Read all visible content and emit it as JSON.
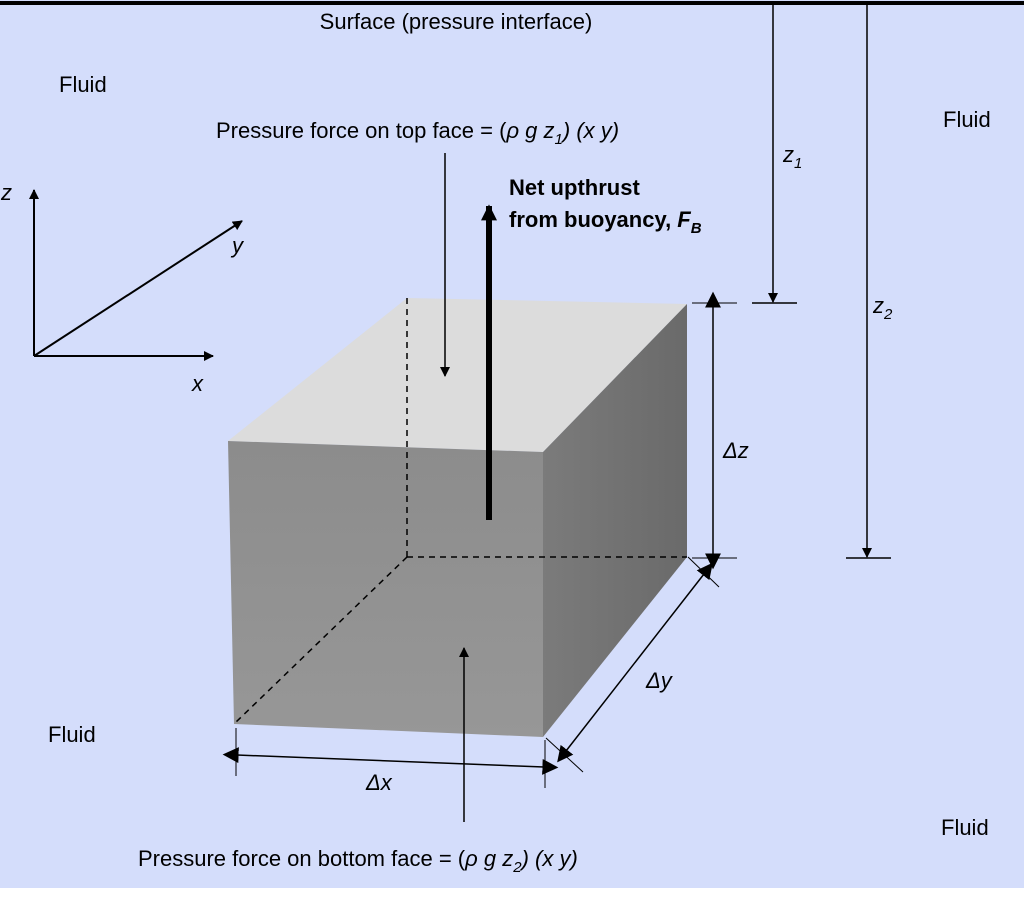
{
  "background_color": "#d4ddfb",
  "surface_label": "Surface (pressure interface)",
  "fluid_labels": [
    "Fluid",
    "Fluid",
    "Fluid",
    "Fluid"
  ],
  "top_force": {
    "prefix": "Pressure force on top face = (",
    "rho": "ρ",
    "g": "g",
    "z": "z",
    "sub": "1",
    "suffix": ") (x y)"
  },
  "bottom_force": {
    "prefix": "Pressure force on bottom face = (",
    "rho": "ρ",
    "g": "g",
    "z": "z",
    "sub": "2",
    "suffix": ") (x y)"
  },
  "upthrust": {
    "line1": "Net upthrust",
    "line2": "from buoyancy, ",
    "symbol": "F",
    "sub": "B"
  },
  "axes": {
    "x": "x",
    "y": "y",
    "z": "z"
  },
  "depths": {
    "z1": "z",
    "z1_sub": "1",
    "z2": "z",
    "z2_sub": "2"
  },
  "dimensions": {
    "dx": "Δx",
    "dy": "Δy",
    "dz": "Δz"
  },
  "colors": {
    "cube_top": "#dcdcdc",
    "cube_front": "#8f8f8f",
    "cube_side": "#767676"
  }
}
